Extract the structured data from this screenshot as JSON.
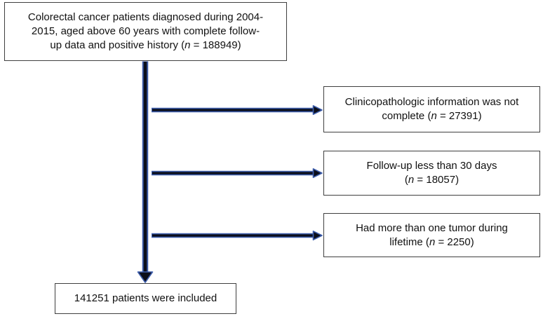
{
  "figure": {
    "type": "patient-selection-flow-diagram",
    "colors": {
      "arrow_core": "#0b0e1a",
      "arrow_outline": "#3d5dab",
      "box_border": "#3f3f3f",
      "text": "#111111",
      "bg": "#ffffff"
    }
  },
  "boxes": {
    "top": {
      "line1": "Colorectal cancer patients diagnosed during 2004-",
      "line2": "2015, aged above 60 years with complete follow-",
      "line3_pre": "up data and positive history (",
      "n": "n",
      "line3_post": " = 188949)"
    },
    "excl1": {
      "line1": "Clinicopathologic information was not",
      "line2_pre": "complete (",
      "n": "n",
      "line2_post": " = 27391)"
    },
    "excl2": {
      "line1": "Follow-up less than 30 days",
      "line2_pre": "(",
      "n": "n",
      "line2_post": " = 18057)"
    },
    "excl3": {
      "line1": "Had more than one tumor during",
      "line2_pre": "lifetime (",
      "n": "n",
      "line2_post": " = 2250)"
    },
    "final": {
      "text": "141251 patients were included"
    }
  }
}
